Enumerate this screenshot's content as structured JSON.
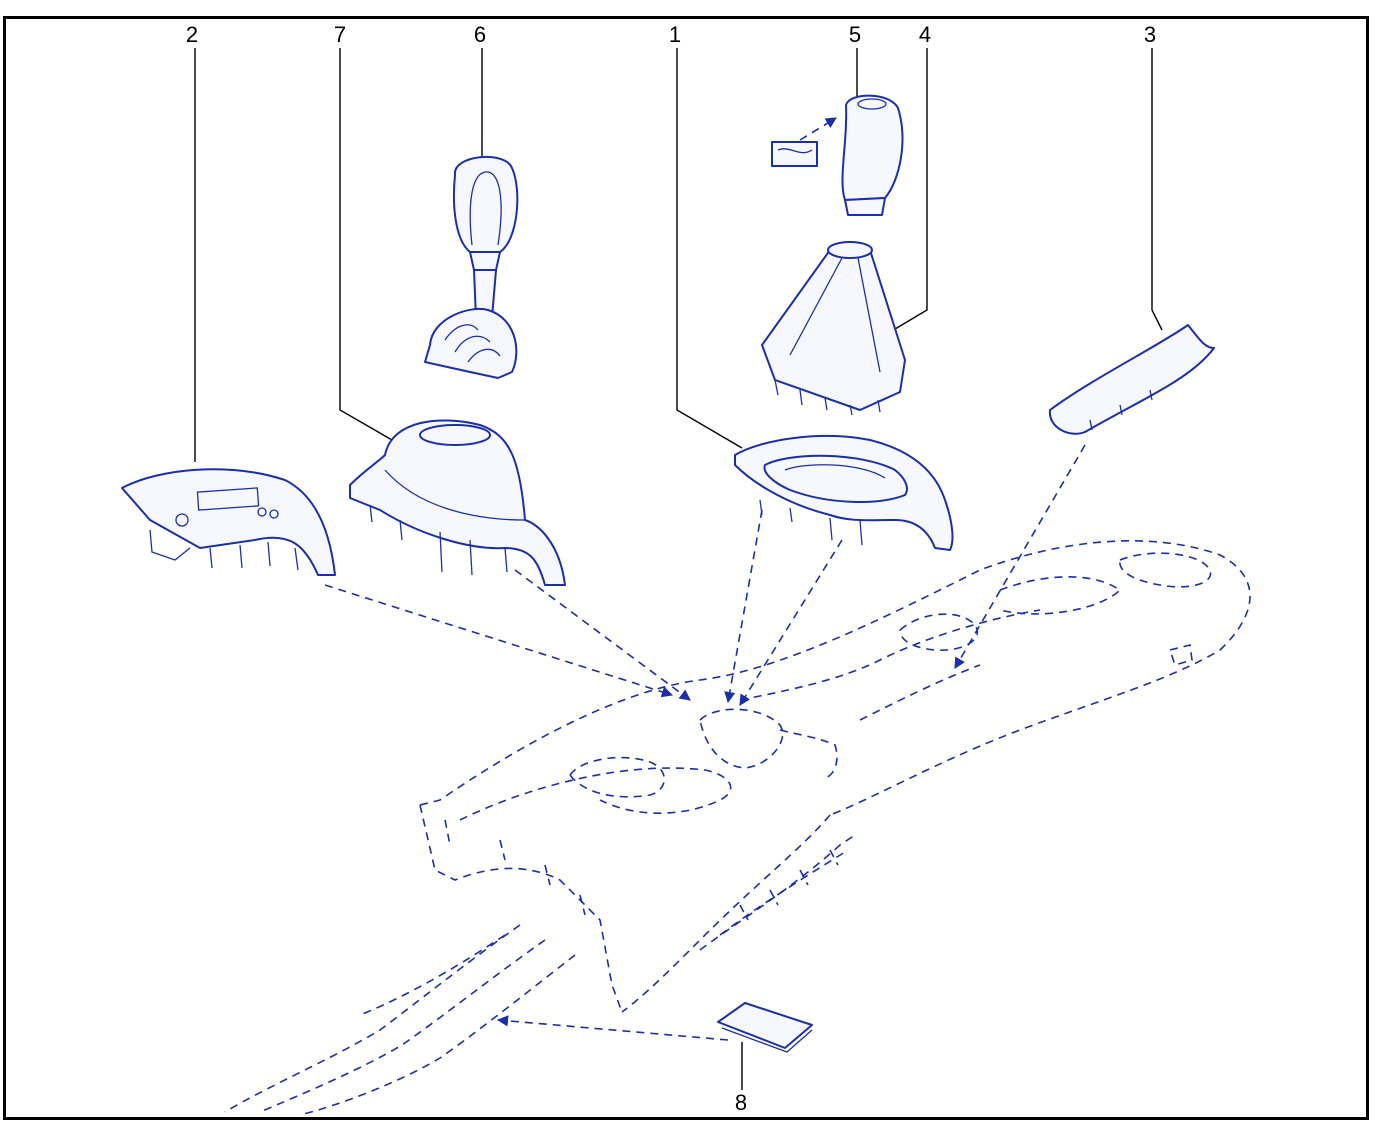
{
  "diagram": {
    "callouts": [
      {
        "id": "c1",
        "label": "1"
      },
      {
        "id": "c2",
        "label": "2"
      },
      {
        "id": "c3",
        "label": "3"
      },
      {
        "id": "c4",
        "label": "4"
      },
      {
        "id": "c5",
        "label": "5"
      },
      {
        "id": "c6",
        "label": "6"
      },
      {
        "id": "c7",
        "label": "7"
      },
      {
        "id": "c8",
        "label": "8"
      }
    ],
    "colors": {
      "line": "#1a2fa8",
      "fill": "#f7f8ff",
      "frame": "#000000",
      "text": "#000000"
    }
  }
}
